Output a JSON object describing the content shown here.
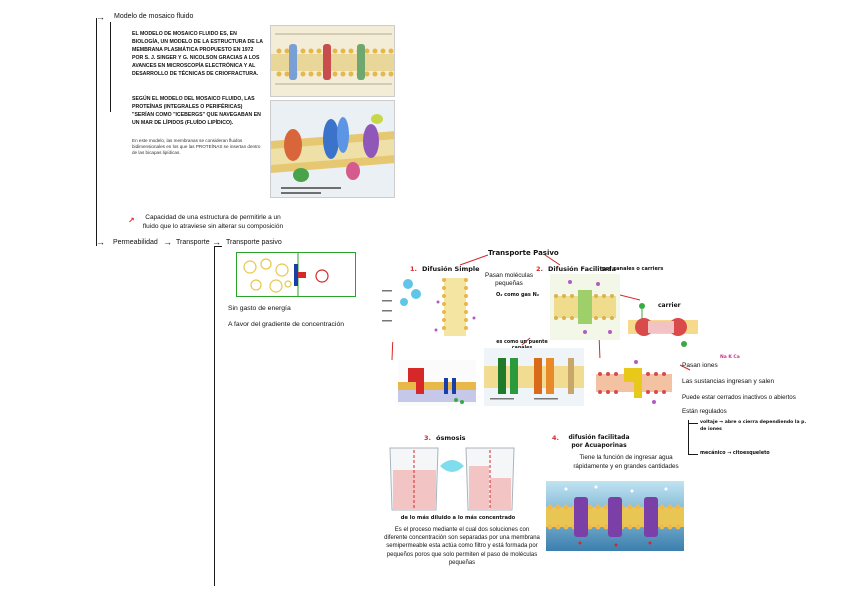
{
  "mosaic": {
    "title": "Modelo de mosaico fluido",
    "para1": "EL MODELO DE MOSAICO FLUIDO ES, EN BIOLOGÍA, UN MODELO DE LA ESTRUCTURA DE LA MEMBRANA PLASMÁTICA PROPUESTO EN 1972 POR S. J. SINGER Y G. NICOLSON GRACIAS A LOS AVANCES EN MICROSCOPÍA ELECTRÓNICA Y AL DESARROLLO DE TÉCNICAS DE CRIOFRACTURA.",
    "para2": "SEGÚN EL MODELO DEL MOSAICO FLUIDO, LAS PROTEÍNAS (INTEGRALES O PERIFÉRICAS) \"SERÍAN COMO \"ICEBERGS\" QUE NAVEGABAN EN UN MAR DE LÍPIDOS (FLUÍDO LIPÍDICO).",
    "para3": "En este modelo, las membranas se consideran fluidos bidimensionales en los que las PROTEÍNAS se insertan dentro de las bicapas lipídicas."
  },
  "permeability": {
    "label": "Permeabilidad",
    "definition": "Capacidad de una estructura de permitirle a un fluido que lo atraviese sin alterar su composición",
    "arrow_mark": "↗"
  },
  "transport": {
    "label": "Transporte",
    "passive_label": "Transporte pasivo",
    "no_energy": "Sin gasto de energía",
    "gradient": "A favor del gradiente de concentración"
  },
  "passive_map": {
    "title": "Transporte Pasivo",
    "simple": {
      "num": "1.",
      "label": "Difusión Simple",
      "note": "Pasan moléculas pequeñas",
      "example": "O₂ como gas N₂"
    },
    "facilitated": {
      "num": "2.",
      "label": "Difusión Facilitada",
      "note": "por canales o carriers"
    },
    "carrier_label": "carrier",
    "channel_note": "es como un puente canales",
    "ions": "Pasan iones",
    "ions_mark": "Na K Ca",
    "in_out": "Las sustancias ingresan y salen",
    "open_closed": "Puede estar cerrados inactivos o abiertos",
    "regulated": "Están regulados",
    "voltage": "voltaje → abre o cierra dependiendo la p. de iones",
    "mechanical": "mecánico → citoesqueleto",
    "osmosis": {
      "num": "3.",
      "label": "ósmosis"
    },
    "osmosis_caption": "de lo más diluido a lo más concentrado",
    "osmosis_def": "Es el proceso mediante el cual dos soluciones con diferente concentración son separadas por una membrana semipermeable esta actúa como filtro y está formada por pequeños poros que solo permiten el paso de moléculas pequeñas",
    "aquaporin": {
      "num": "4.",
      "label": "difusión facilitada por Acuaporinas"
    },
    "aquaporin_def": "Tiene la función de ingresar agua rápidamente y en grandes cantidades"
  },
  "colors": {
    "accent_red": "#d62828",
    "membrane_yellow": "#e6c84a",
    "green_box": "#2aa52a"
  }
}
